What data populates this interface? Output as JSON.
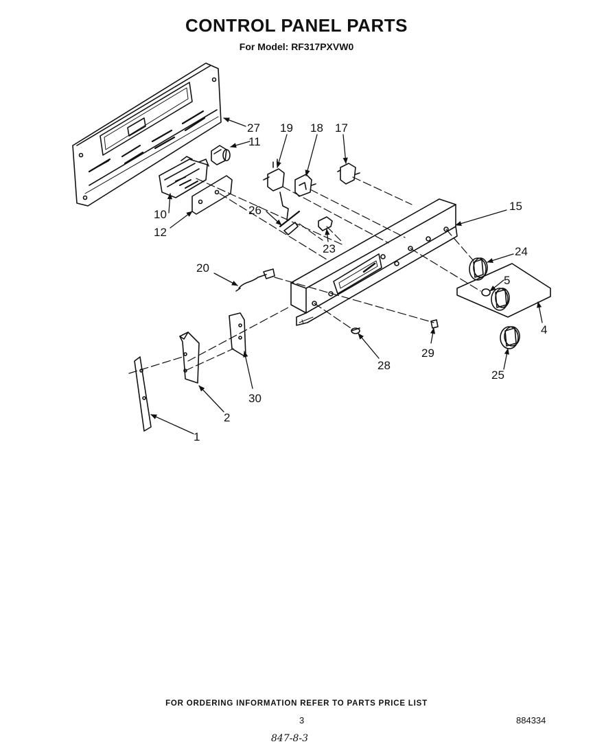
{
  "header": {
    "title": "CONTROL PANEL PARTS",
    "subtitle": "For Model: RF317PXVW0"
  },
  "callouts": [
    {
      "id": "c27",
      "label": "27"
    },
    {
      "id": "c11",
      "label": "11"
    },
    {
      "id": "c19",
      "label": "19"
    },
    {
      "id": "c18",
      "label": "18"
    },
    {
      "id": "c17",
      "label": "17"
    },
    {
      "id": "c15",
      "label": "15"
    },
    {
      "id": "c10",
      "label": "10"
    },
    {
      "id": "c12",
      "label": "12"
    },
    {
      "id": "c26",
      "label": "26"
    },
    {
      "id": "c23",
      "label": "23"
    },
    {
      "id": "c24",
      "label": "24"
    },
    {
      "id": "c5",
      "label": "5"
    },
    {
      "id": "c4",
      "label": "4"
    },
    {
      "id": "c20",
      "label": "20"
    },
    {
      "id": "c28",
      "label": "28"
    },
    {
      "id": "c29",
      "label": "29"
    },
    {
      "id": "c25",
      "label": "25"
    },
    {
      "id": "c30",
      "label": "30"
    },
    {
      "id": "c2",
      "label": "2"
    },
    {
      "id": "c1",
      "label": "1"
    }
  ],
  "footer": {
    "ordering_note": "FOR ORDERING INFORMATION REFER TO PARTS PRICE LIST",
    "page_number": "3",
    "reference_number": "884334",
    "handwritten_code": "847-8-3"
  }
}
